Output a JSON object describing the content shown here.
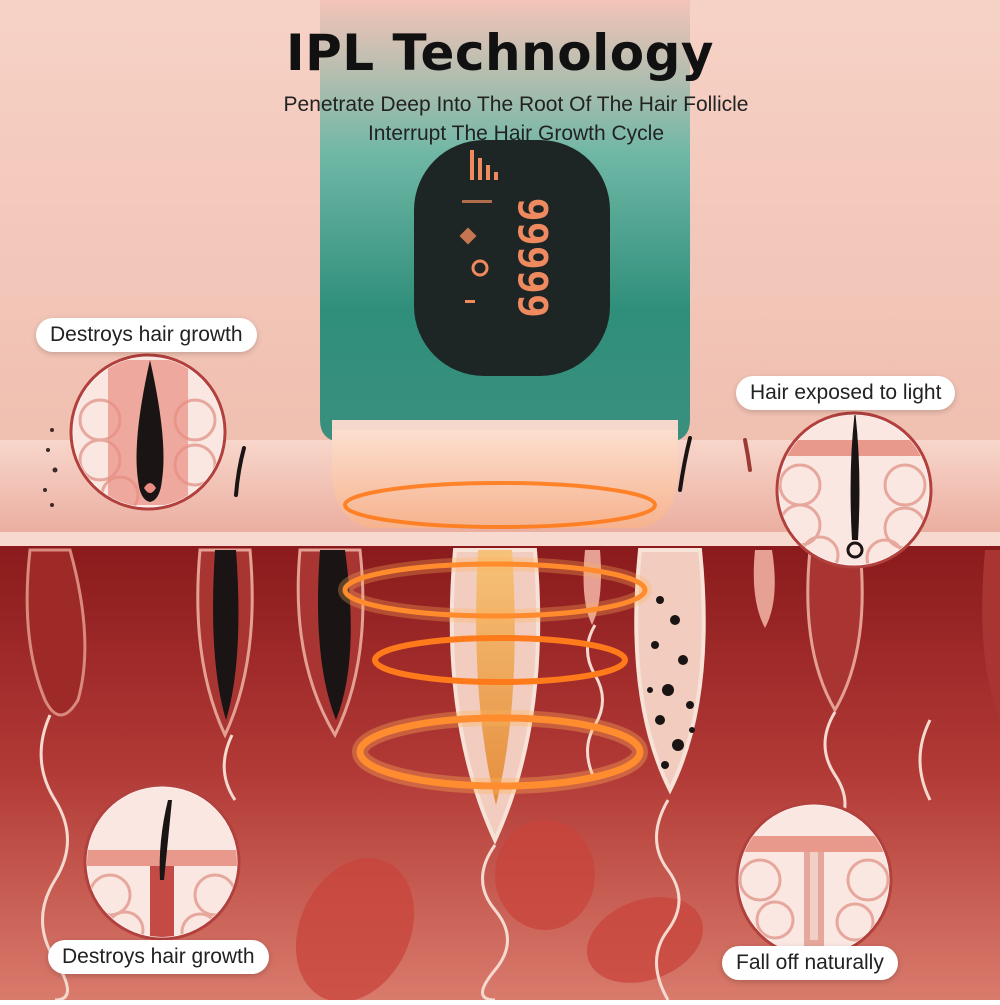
{
  "title": "IPL Technology",
  "subtitle_lines": [
    "Penetrate Deep Into The Root Of The Hair Follicle",
    "Interrupt The Hair Growth Cycle"
  ],
  "labels": {
    "top_left": "Destroys hair growth",
    "top_right": "Hair exposed to light",
    "bottom_left": "Destroys hair growth",
    "bottom_right": "Fall off naturally"
  },
  "device_display": "66666",
  "colors": {
    "background_top": "#f3c6b8",
    "skin_band": "#f2bfb2",
    "tissue": "#b23a36",
    "device_green": "#2f8f7a",
    "glow": "#ff7a1a"
  }
}
